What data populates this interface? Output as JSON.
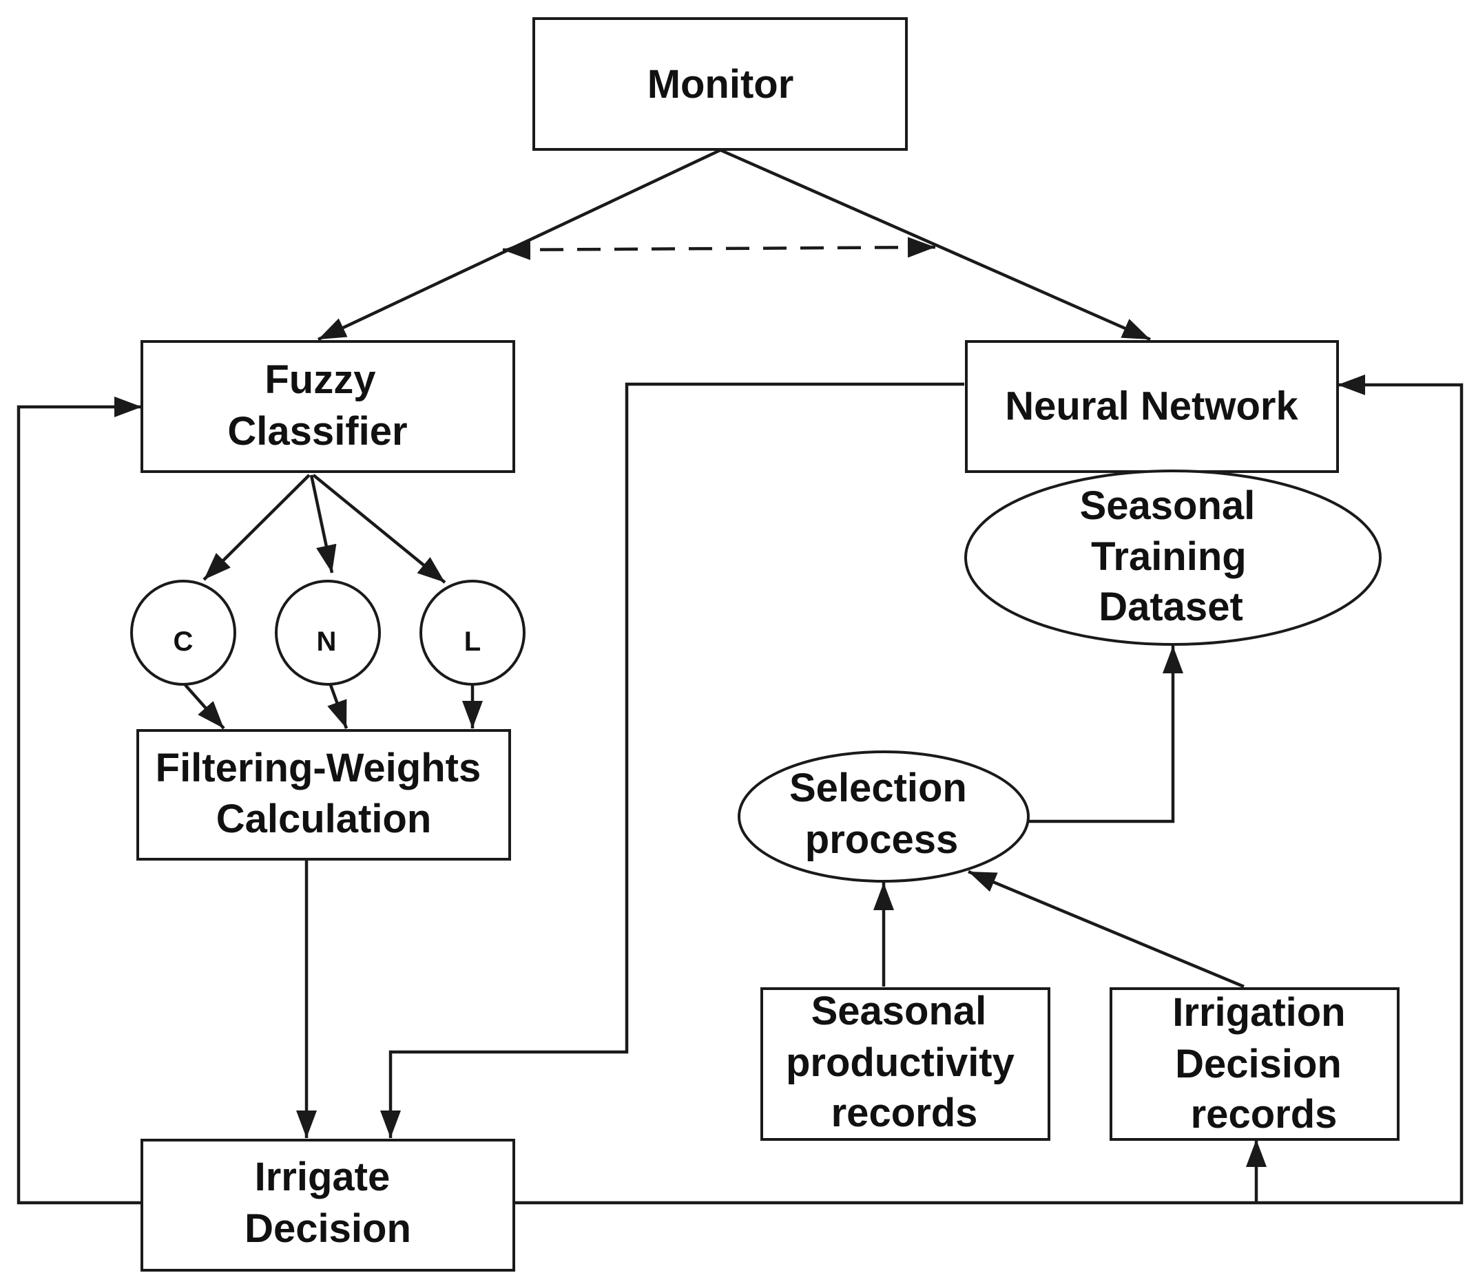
{
  "nodes": {
    "monitor": {
      "label": [
        "Monitor"
      ]
    },
    "fuzzy_classifier": {
      "label": [
        "Fuzzy",
        "Classifier"
      ]
    },
    "class_c": {
      "label": [
        "C"
      ]
    },
    "class_n": {
      "label": [
        "N"
      ]
    },
    "class_l": {
      "label": [
        "L"
      ]
    },
    "filtering_weights": {
      "label": [
        "Filtering-Weights",
        "Calculation"
      ]
    },
    "irrigate_decision": {
      "label": [
        "Irrigate",
        "Decision"
      ]
    },
    "neural_network": {
      "label": [
        "Neural Network"
      ]
    },
    "seasonal_training_dataset": {
      "label": [
        "Seasonal",
        "Training",
        "Dataset"
      ]
    },
    "selection_process": {
      "label": [
        "Selection",
        "process"
      ]
    },
    "seasonal_productivity_records": {
      "label": [
        "Seasonal",
        "productivity",
        "records"
      ]
    },
    "irrigation_decision_records": {
      "label": [
        "Irrigation",
        "Decision",
        "records"
      ]
    }
  },
  "edges": [
    {
      "from": "monitor",
      "to": "fuzzy_classifier",
      "style": "solid"
    },
    {
      "from": "monitor",
      "to": "neural_network",
      "style": "solid"
    },
    {
      "from": "fuzzy_classifier",
      "to": "neural_network",
      "style": "dashed",
      "bidirectional": true
    },
    {
      "from": "fuzzy_classifier",
      "to": "class_c",
      "style": "solid"
    },
    {
      "from": "fuzzy_classifier",
      "to": "class_n",
      "style": "solid"
    },
    {
      "from": "fuzzy_classifier",
      "to": "class_l",
      "style": "solid"
    },
    {
      "from": "class_c",
      "to": "filtering_weights",
      "style": "solid"
    },
    {
      "from": "class_n",
      "to": "filtering_weights",
      "style": "solid"
    },
    {
      "from": "class_l",
      "to": "filtering_weights",
      "style": "solid"
    },
    {
      "from": "filtering_weights",
      "to": "irrigate_decision",
      "style": "solid"
    },
    {
      "from": "neural_network",
      "to": "irrigate_decision",
      "style": "solid"
    },
    {
      "from": "irrigate_decision",
      "to": "fuzzy_classifier",
      "style": "solid"
    },
    {
      "from": "irrigate_decision",
      "to": "neural_network",
      "style": "solid"
    },
    {
      "from": "irrigate_decision",
      "to": "irrigation_decision_records",
      "style": "solid"
    },
    {
      "from": "seasonal_productivity_records",
      "to": "selection_process",
      "style": "solid"
    },
    {
      "from": "irrigation_decision_records",
      "to": "selection_process",
      "style": "solid"
    },
    {
      "from": "selection_process",
      "to": "seasonal_training_dataset",
      "style": "solid"
    }
  ]
}
